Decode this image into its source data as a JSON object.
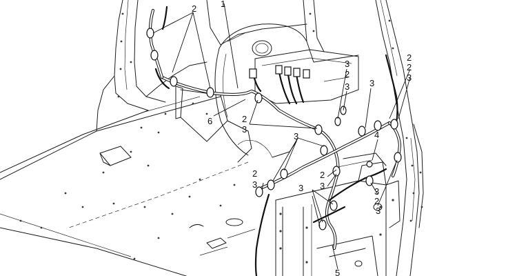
{
  "diagram": {
    "callouts": [
      {
        "id": "c1",
        "text": "1"
      },
      {
        "id": "c2a",
        "text": "2"
      },
      {
        "id": "c3a",
        "text": "3"
      },
      {
        "id": "c2b",
        "text": "2"
      },
      {
        "id": "c3b",
        "text": "3"
      },
      {
        "id": "c3c",
        "text": "3"
      },
      {
        "id": "c2c",
        "text": "2"
      },
      {
        "id": "c6",
        "text": "6"
      },
      {
        "id": "c2d",
        "text": "2"
      },
      {
        "id": "c3d",
        "text": "3"
      },
      {
        "id": "c3e",
        "text": "3"
      },
      {
        "id": "c2e",
        "text": "2"
      },
      {
        "id": "c3f",
        "text": "3"
      },
      {
        "id": "c4",
        "text": "4"
      },
      {
        "id": "c2f",
        "text": "2"
      },
      {
        "id": "c3g",
        "text": "3"
      },
      {
        "id": "c2g",
        "text": "2"
      },
      {
        "id": "c3h",
        "text": "3"
      },
      {
        "id": "c3i",
        "text": "3"
      },
      {
        "id": "c2h",
        "text": "2"
      },
      {
        "id": "c3j",
        "text": "3"
      },
      {
        "id": "c3k",
        "text": "3"
      },
      {
        "id": "c5",
        "text": "5"
      }
    ]
  },
  "colors": {
    "line": "#111111",
    "background": "#ffffff"
  }
}
